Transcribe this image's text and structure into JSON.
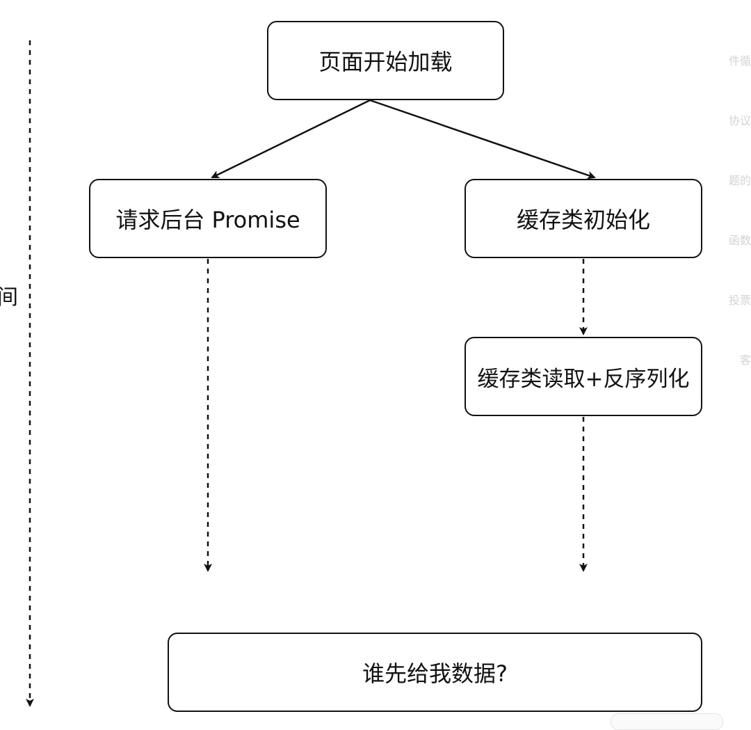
{
  "diagram": {
    "side_label": "间",
    "nodes": {
      "start": "页面开始加载",
      "request": "请求后台 Promise",
      "cache_init": "缓存类初始化",
      "cache_read": "缓存类读取+反序列化",
      "result": "谁先给我数据?"
    },
    "edges": [
      {
        "from": "start",
        "to": "request",
        "style": "solid"
      },
      {
        "from": "start",
        "to": "cache_init",
        "style": "solid"
      },
      {
        "from": "cache_init",
        "to": "cache_read",
        "style": "dashed"
      },
      {
        "from": "request",
        "to": "result",
        "style": "dashed"
      },
      {
        "from": "cache_read",
        "to": "result",
        "style": "dashed"
      }
    ],
    "timeline": {
      "style": "dashed",
      "direction": "down"
    }
  },
  "background_sidebar": {
    "fragments": [
      "件循",
      "协议",
      "题的",
      "函数",
      "投票",
      "客"
    ]
  },
  "colors": {
    "stroke": "#111111",
    "background": "#ffffff",
    "faded_text": "#d3d3d3"
  }
}
